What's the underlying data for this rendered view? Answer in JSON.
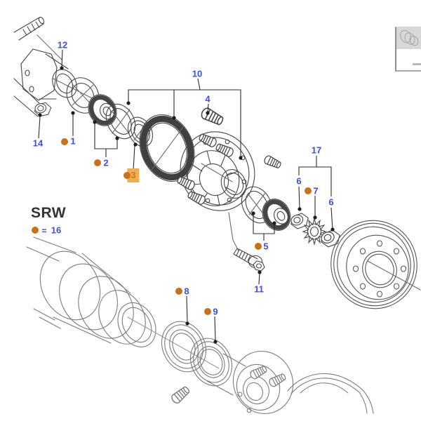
{
  "palette": {
    "callout-blue": "#3b50dd",
    "marker-orange": "#c9701a",
    "highlight-amber": "#f3ad4b"
  },
  "legend": {
    "variant_label": "SRW",
    "equals_sign": "=",
    "marker_value": "16"
  },
  "highlight": {
    "selected_callout": "3"
  },
  "callouts": {
    "c12": "12",
    "c14": "14",
    "c1": "1",
    "c2": "2",
    "c3": "3",
    "c10": "10",
    "c4": "4",
    "c5": "5",
    "c6a": "6",
    "c7": "7",
    "c6b": "6",
    "c17": "17",
    "c11": "11",
    "c8": "8",
    "c9": "9"
  }
}
